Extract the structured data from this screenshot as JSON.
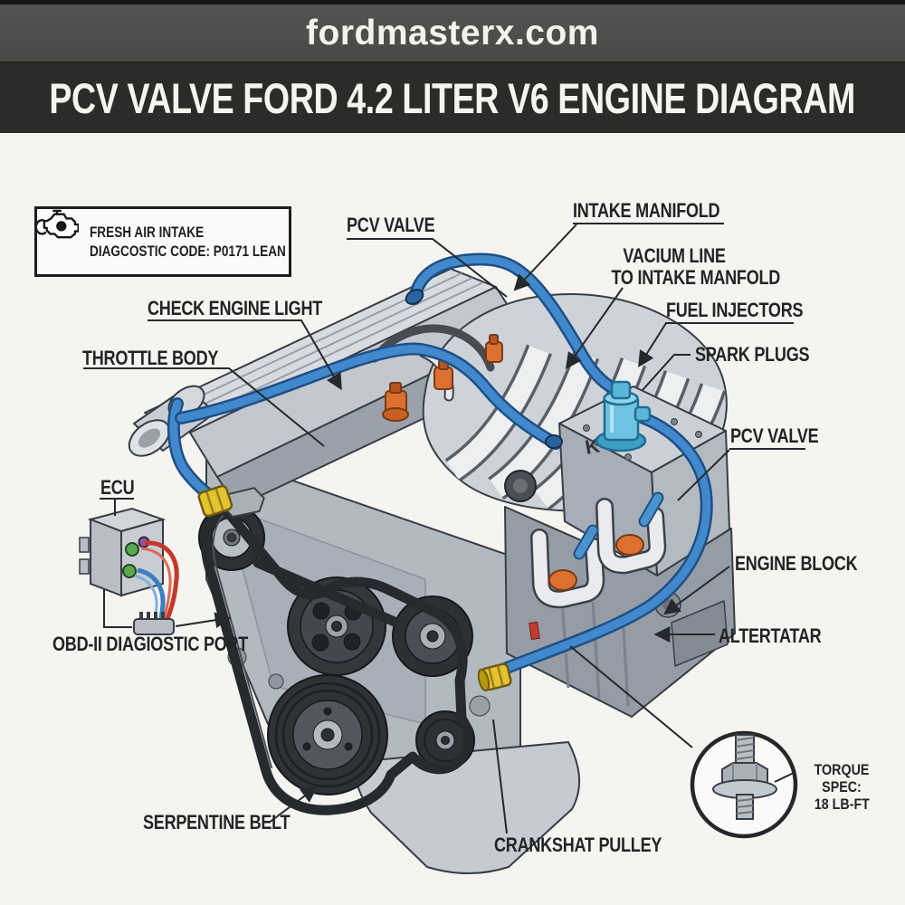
{
  "header": {
    "site": "fordmasterx.com",
    "title": "PCV VALVE FORD 4.2 LITER V6 ENGINE DIAGRAM"
  },
  "info_box": {
    "icon": "check-engine-icon",
    "line1": "FRESH AIR INTAKE",
    "line2": "DIAGCOSTIC CODE: P0171 LEAN"
  },
  "labels": {
    "pcv_valve_top": "PCV VALVE",
    "intake_manifold": "INTAKE MANIFOLD",
    "vacuum_line_1": "VACIUM LINE",
    "vacuum_line_2": "TO INTAKE MANFOLD",
    "fuel_injectors": "FUEL INJECTORS",
    "spark_plugs": "SPARK PLUGS",
    "pcv_valve_right": "PCV VALVE",
    "check_engine_light": "CHECK ENGINE LIGHT",
    "throttle_body": "THROTTLE BODY",
    "ecu": "ECU",
    "obd_port": "OBD-II DIAGIOSTIC PORT",
    "engine_block": "ENGINE BLOCK",
    "alternator": "ALTERTATAR",
    "serpentine_belt": "SERPENTINE BELT",
    "crankshaft_pulley": "CRANKSHAT PULLEY"
  },
  "torque_note": {
    "line1": "TORQUE SPEC:",
    "line2": "18 LB-FT"
  },
  "colors": {
    "background": "#f5f4f1",
    "header_bar": "#4a4846",
    "title_band": "#2d2b29",
    "label_text": "#222426",
    "hose_blue": "#4189cc",
    "pcv_light_blue": "#6fc3e0",
    "coil_orange": "#dd7030",
    "fitting_yellow": "#e3c32f",
    "belt_dark": "#26292d",
    "engine_gray": "#c3c8cf"
  }
}
